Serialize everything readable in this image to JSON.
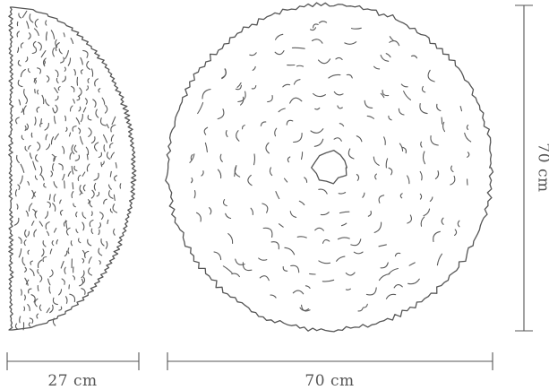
{
  "diagram": {
    "side_view": {
      "name": "side-profile"
    },
    "front_view": {
      "name": "front-face"
    },
    "dimensions": {
      "depth_label": "27 cm",
      "width_label": "70 cm",
      "height_label": "70 cm"
    },
    "colors": {
      "stroke": "#555555",
      "background": "#ffffff"
    }
  }
}
